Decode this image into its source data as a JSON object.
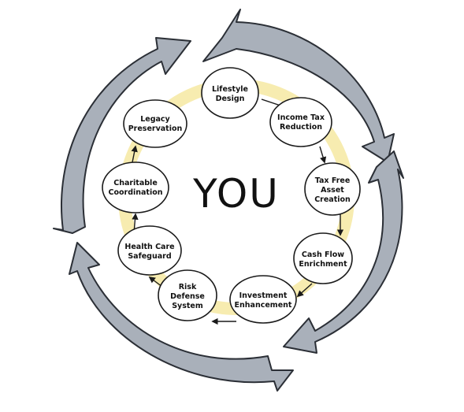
{
  "center": {
    "label": "YOU"
  },
  "colors": {
    "arrow_fill": "#a9b0ba",
    "arrow_stroke": "#2b2f36",
    "ring_highlight": "#f7ecb0",
    "node_fill": "#ffffff",
    "node_stroke": "#1a1a1a",
    "connector": "#1a1a1a"
  },
  "nodes": [
    {
      "id": "lifestyle-design",
      "lines": [
        "Lifestyle",
        "Design"
      ]
    },
    {
      "id": "income-tax-reduction",
      "lines": [
        "Income Tax",
        "Reduction"
      ]
    },
    {
      "id": "tax-free-asset-creation",
      "lines": [
        "Tax Free",
        "Asset",
        "Creation"
      ]
    },
    {
      "id": "cash-flow-enrichment",
      "lines": [
        "Cash Flow",
        "Enrichment"
      ]
    },
    {
      "id": "investment-enhancement",
      "lines": [
        "Investment",
        "Enhancement"
      ]
    },
    {
      "id": "risk-defense-system",
      "lines": [
        "Risk",
        "Defense",
        "System"
      ]
    },
    {
      "id": "health-care-safeguard",
      "lines": [
        "Health Care",
        "Safeguard"
      ]
    },
    {
      "id": "charitable-coordination",
      "lines": [
        "Charitable",
        "Coordination"
      ]
    },
    {
      "id": "legacy-preservation",
      "lines": [
        "Legacy",
        "Preservation"
      ]
    }
  ]
}
